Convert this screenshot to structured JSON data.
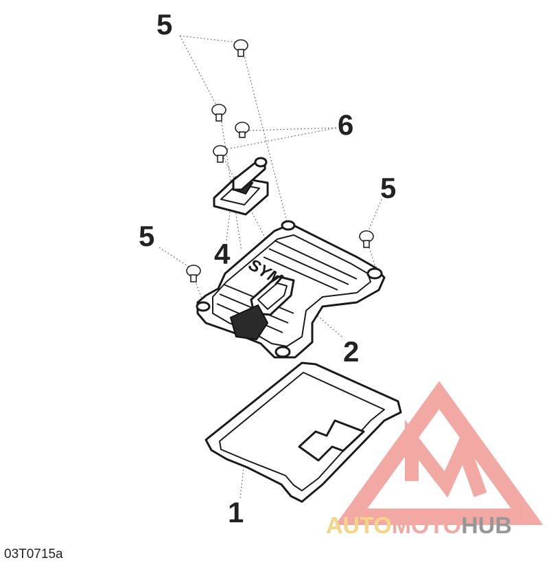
{
  "callouts": {
    "gasket": "1",
    "cover": "2",
    "breather_seal": "4",
    "bolt_top": "5",
    "bolt_right": "5",
    "bolt_left": "5",
    "small_bolts": "6"
  },
  "cover_logo": "SYM",
  "drawing_code": "03T0715a",
  "watermark": {
    "part1": "AUTO",
    "part2": "MOTO",
    "part3": "HUB",
    "colors": {
      "triangle": "#f2a09a",
      "auto": "#f5d07a",
      "moto": "#f2a09a",
      "hub": "#8c8c8c"
    }
  }
}
